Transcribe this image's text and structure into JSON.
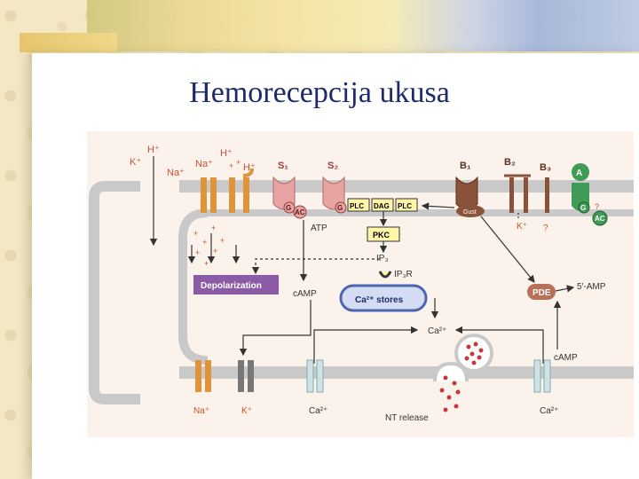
{
  "slide": {
    "title": "Hemorecepcija ukusa"
  },
  "diagram": {
    "ions_top": {
      "k": "K⁺",
      "h": "H⁺",
      "na1": "Na⁺",
      "na2": "Na⁺",
      "h2": "H⁺",
      "h3": "H⁺"
    },
    "receptors": {
      "s1": "S₁",
      "s2": "S₂",
      "b1": "B₁",
      "b2": "B₂",
      "b3": "B₃",
      "a": "A"
    },
    "proteins": {
      "g1": "G",
      "ac1": "AC",
      "g2": "G",
      "plc1": "PLC",
      "dag": "DAG",
      "plc2": "PLC",
      "pkc": "PKC",
      "g3": "G",
      "ac2": "AC",
      "gust": "Gust"
    },
    "labels": {
      "atp": "ATP",
      "ip3": "IP₃",
      "ip3r": "IP₃R",
      "camp1": "cAMP",
      "camp2": "cAMP",
      "five_amp": "5′-AMP",
      "ca_in": "Ca²⁺",
      "k_q": "K⁺",
      "q1": "?",
      "q2": "?",
      "pde": "PDE",
      "depol": "Depolarization",
      "stores": "Ca²⁺ stores",
      "na_bot": "Na⁺",
      "k_bot": "K⁺",
      "ca_bot1": "Ca²⁺",
      "ca_bot2": "Ca²⁺",
      "nt": "NT release"
    },
    "colors": {
      "membrane": "#c9c9c9",
      "channel": "#e0943a",
      "s_receptor": "#e8a3a3",
      "b_receptor": "#8a5238",
      "a_receptor": "#3f9b55",
      "yellow": "#fff6a8",
      "purple": "#8b5ca5",
      "pde": "#b97058",
      "stores": "#4a67b1",
      "red": "#c23a3a"
    }
  }
}
